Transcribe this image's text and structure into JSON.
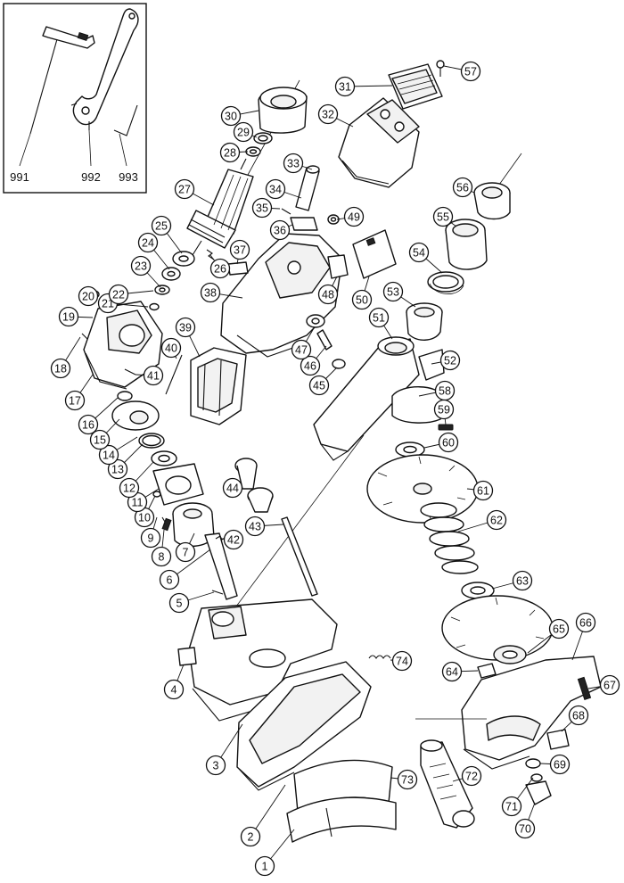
{
  "inset": {
    "labels": [
      "991",
      "992",
      "993"
    ]
  },
  "callouts": [
    {
      "id": "1"
    },
    {
      "id": "2"
    },
    {
      "id": "3"
    },
    {
      "id": "4"
    },
    {
      "id": "5"
    },
    {
      "id": "6"
    },
    {
      "id": "7"
    },
    {
      "id": "8"
    },
    {
      "id": "9"
    },
    {
      "id": "10"
    },
    {
      "id": "11"
    },
    {
      "id": "12"
    },
    {
      "id": "13"
    },
    {
      "id": "14"
    },
    {
      "id": "15"
    },
    {
      "id": "16"
    },
    {
      "id": "17"
    },
    {
      "id": "18"
    },
    {
      "id": "19"
    },
    {
      "id": "20"
    },
    {
      "id": "21"
    },
    {
      "id": "22"
    },
    {
      "id": "23"
    },
    {
      "id": "24"
    },
    {
      "id": "25"
    },
    {
      "id": "26"
    },
    {
      "id": "27"
    },
    {
      "id": "28"
    },
    {
      "id": "29"
    },
    {
      "id": "30"
    },
    {
      "id": "31"
    },
    {
      "id": "32"
    },
    {
      "id": "33"
    },
    {
      "id": "34"
    },
    {
      "id": "35"
    },
    {
      "id": "36"
    },
    {
      "id": "37"
    },
    {
      "id": "38"
    },
    {
      "id": "39"
    },
    {
      "id": "40"
    },
    {
      "id": "41"
    },
    {
      "id": "42"
    },
    {
      "id": "43"
    },
    {
      "id": "44"
    },
    {
      "id": "45"
    },
    {
      "id": "46"
    },
    {
      "id": "47"
    },
    {
      "id": "48"
    },
    {
      "id": "49"
    },
    {
      "id": "50"
    },
    {
      "id": "51"
    },
    {
      "id": "52"
    },
    {
      "id": "53"
    },
    {
      "id": "54"
    },
    {
      "id": "55"
    },
    {
      "id": "56"
    },
    {
      "id": "57"
    },
    {
      "id": "58"
    },
    {
      "id": "59"
    },
    {
      "id": "60"
    },
    {
      "id": "61"
    },
    {
      "id": "62"
    },
    {
      "id": "63"
    },
    {
      "id": "64"
    },
    {
      "id": "65"
    },
    {
      "id": "66"
    },
    {
      "id": "67"
    },
    {
      "id": "68"
    },
    {
      "id": "69"
    },
    {
      "id": "70"
    },
    {
      "id": "71"
    },
    {
      "id": "72"
    },
    {
      "id": "73"
    },
    {
      "id": "74"
    }
  ]
}
